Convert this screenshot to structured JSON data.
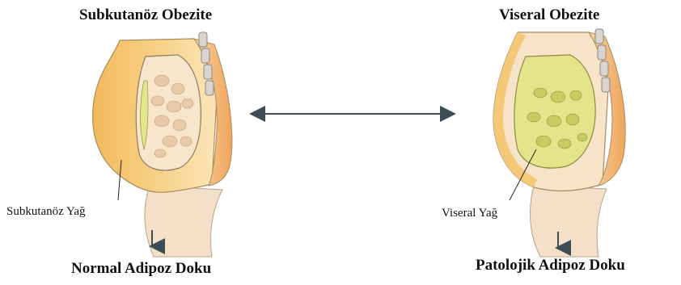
{
  "left": {
    "title": "Subkutanöz Obezite",
    "fat_label": "Subkutanöz Yağ",
    "result": "Normal Adipoz Doku"
  },
  "right": {
    "title": "Viseral Obezite",
    "fat_label": "Viseral Yağ",
    "result": "Patolojik Adipoz Doku"
  },
  "colors": {
    "subcutaneous_fat": "#f5c878",
    "visceral_fat": "#e4e58a",
    "skin": "#f6e3c8",
    "organ_blob": "#e8c9a8",
    "spine": "#d9d4cf",
    "arrow": "#3d4b55"
  }
}
